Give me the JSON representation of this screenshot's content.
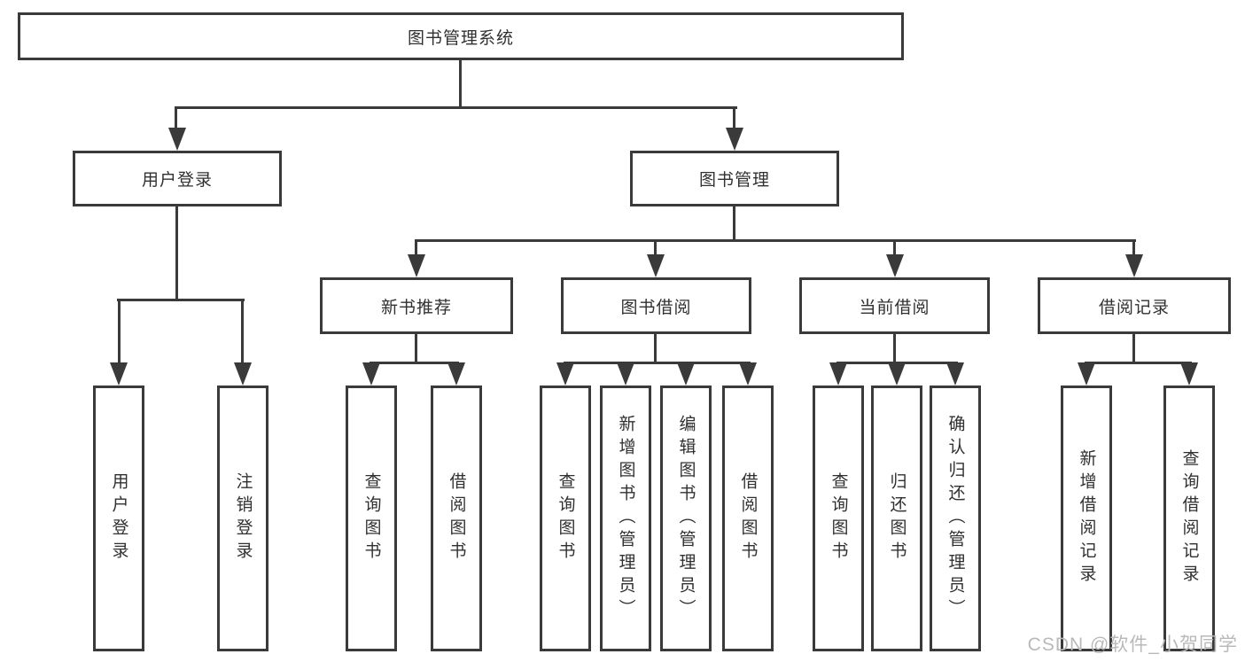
{
  "diagram": {
    "root": {
      "label": "图书管理系统"
    },
    "branches": [
      {
        "label": "用户登录",
        "children": [
          {
            "label": "用户登录"
          },
          {
            "label": "注销登录"
          }
        ]
      },
      {
        "label": "图书管理",
        "children": [
          {
            "label": "新书推荐",
            "children": [
              {
                "label": "查询图书"
              },
              {
                "label": "借阅图书"
              }
            ]
          },
          {
            "label": "图书借阅",
            "children": [
              {
                "label": "查询图书"
              },
              {
                "label": "新增图书（管理员）"
              },
              {
                "label": "编辑图书（管理员）"
              },
              {
                "label": "借阅图书"
              }
            ]
          },
          {
            "label": "当前借阅",
            "children": [
              {
                "label": "查询图书"
              },
              {
                "label": "归还图书"
              },
              {
                "label": "确认归还（管理员）"
              }
            ]
          },
          {
            "label": "借阅记录",
            "children": [
              {
                "label": "新增借阅记录"
              },
              {
                "label": "查询借阅记录"
              }
            ]
          }
        ]
      }
    ]
  },
  "watermark": "CSDN @软件_小贺同学",
  "colors": {
    "line": "#3a3a3a",
    "text": "#303030",
    "watermark": "#b9b9b9",
    "background": "#ffffff"
  }
}
